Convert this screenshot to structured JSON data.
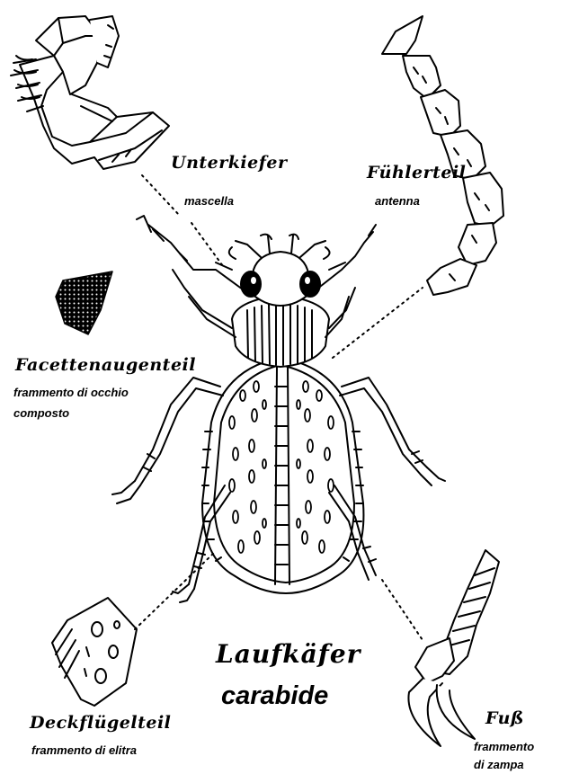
{
  "title": {
    "german": "Laufkäfer",
    "italian": "carabide"
  },
  "parts": {
    "maxilla": {
      "german": "Unterkiefer",
      "italian": "mascella"
    },
    "antenna": {
      "german": "Fühlerteil",
      "italian": "antenna"
    },
    "compound_eye": {
      "german": "Facettenaugenteil",
      "italian_line1": "frammento di occhio",
      "italian_line2": "composto"
    },
    "elytron": {
      "german": "Deckflügelteil",
      "italian": "frammento di elitra"
    },
    "foot": {
      "german": "Fuß",
      "italian_line1": "frammento",
      "italian_line2": "di zampa"
    }
  },
  "colors": {
    "ink": "#000000",
    "paper": "#ffffff"
  }
}
